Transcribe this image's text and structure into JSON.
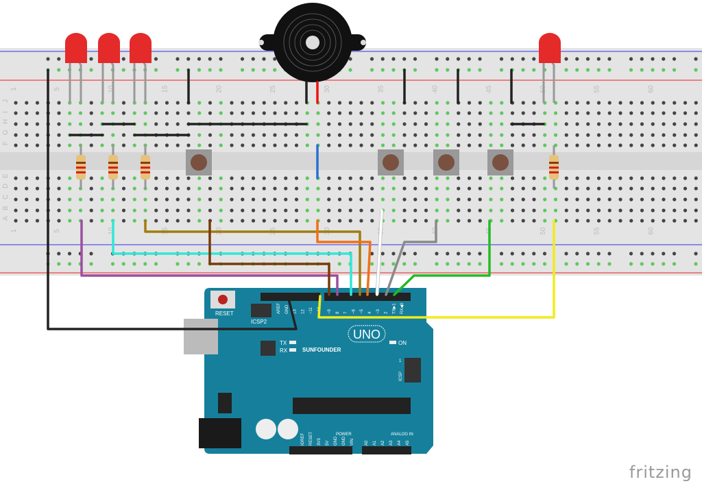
{
  "breadboard": {
    "column_labels": [
      "1",
      "5",
      "10",
      "15",
      "20",
      "25",
      "30",
      "35",
      "40",
      "45",
      "50",
      "55",
      "60"
    ],
    "row_labels_top": [
      "J",
      "I",
      "H",
      "G",
      "F"
    ],
    "row_labels_bottom": [
      "E",
      "D",
      "C",
      "B",
      "A"
    ]
  },
  "arduino": {
    "reset_label": "RESET",
    "icsp2_label": "ICSP2",
    "digital_left": [
      "AREF",
      "GND",
      "13",
      "12",
      "~11",
      "~10"
    ],
    "digital_right": [
      "~9",
      "8",
      "7",
      "~6",
      "~5",
      "4",
      "~3",
      "2",
      "TX▶1",
      "RX◀0"
    ],
    "tx_label": "TX",
    "rx_label": "RX",
    "brand": "SUNFOUNDER",
    "model": "UNO",
    "on_label": "ON",
    "icsp_label": "ICSP",
    "icsp_pin1": "1",
    "power_label": "POWER",
    "power_pins": [
      "IOREF",
      "RESET",
      "3V3",
      "5V",
      "GND",
      "GND",
      "VIN"
    ],
    "analog_label": "ANALOG IN",
    "analog_pins": [
      "A0",
      "A1",
      "A2",
      "A3",
      "A4",
      "A5"
    ]
  },
  "wire_colors": {
    "black": "#222222",
    "purple": "#9b4fa0",
    "cyan": "#2fe8d8",
    "ochre": "#a07c10",
    "brown": "#7a3a0a",
    "orange": "#f07018",
    "white": "#ffffff",
    "gray": "#8a8a8a",
    "green": "#22bb22",
    "yellow": "#f2ec1a",
    "blue": "#2a6fd0",
    "red": "#ee1111"
  },
  "board_color": "#16809c",
  "watermark": "fritzing"
}
